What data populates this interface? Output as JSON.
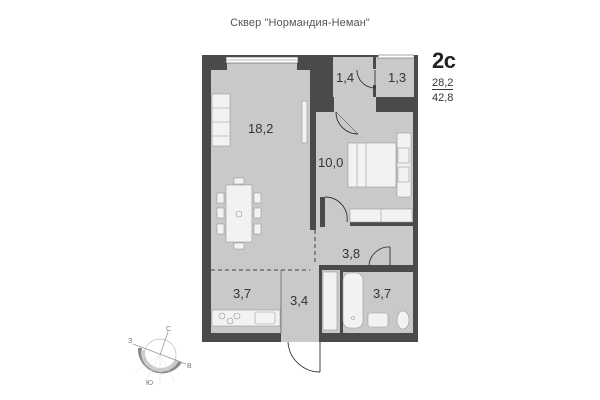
{
  "header": {
    "title": "Сквер \"Нормандия-Неман\""
  },
  "apartment": {
    "type": "2с",
    "living_area": "28,2",
    "total_area": "42,8"
  },
  "rooms": [
    {
      "name": "living-kitchen",
      "area": "18,2"
    },
    {
      "name": "storage-left",
      "area": "1,4"
    },
    {
      "name": "balcony-loggia",
      "area": "1,3"
    },
    {
      "name": "bedroom",
      "area": "10,0"
    },
    {
      "name": "hallway",
      "area": "3,8"
    },
    {
      "name": "kitchen-zone",
      "area": "3,7"
    },
    {
      "name": "entrance",
      "area": "3,4"
    },
    {
      "name": "bathroom",
      "area": "3,7"
    }
  ],
  "compass": {
    "north": "С",
    "east": "В",
    "south": "Ю",
    "west": "З"
  },
  "colors": {
    "wall": "#4a4a4a",
    "floor": "#c9c9c9",
    "furniture": "#f2f2f2",
    "text": "#333333"
  }
}
